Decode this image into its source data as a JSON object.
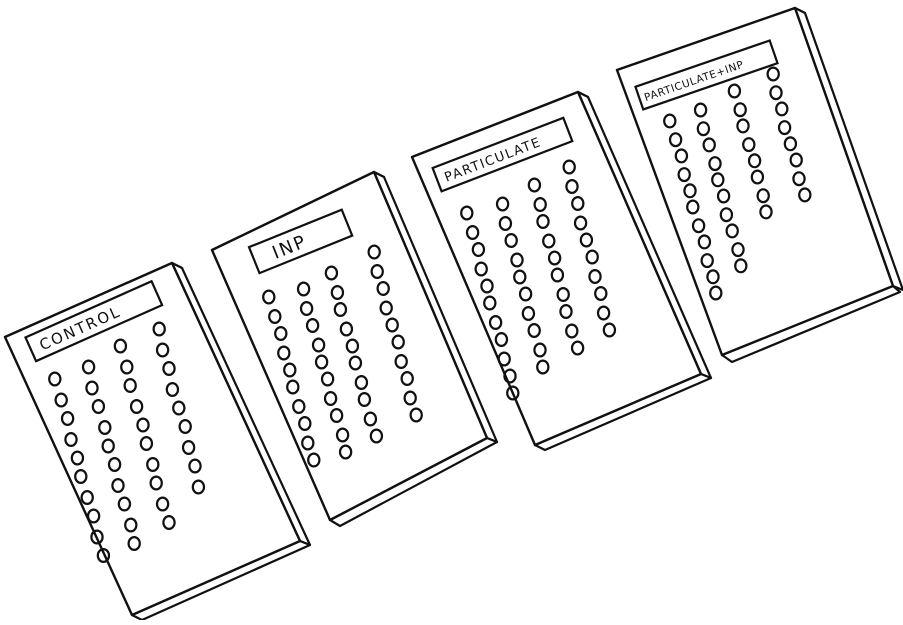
{
  "plates": [
    {
      "label": "CONTROL",
      "wells": 39
    },
    {
      "label": "INP",
      "wells": 40
    },
    {
      "label": "PARTICULATE",
      "wells": 41
    },
    {
      "label": "PARTICULATE+INP",
      "wells": 37
    }
  ]
}
